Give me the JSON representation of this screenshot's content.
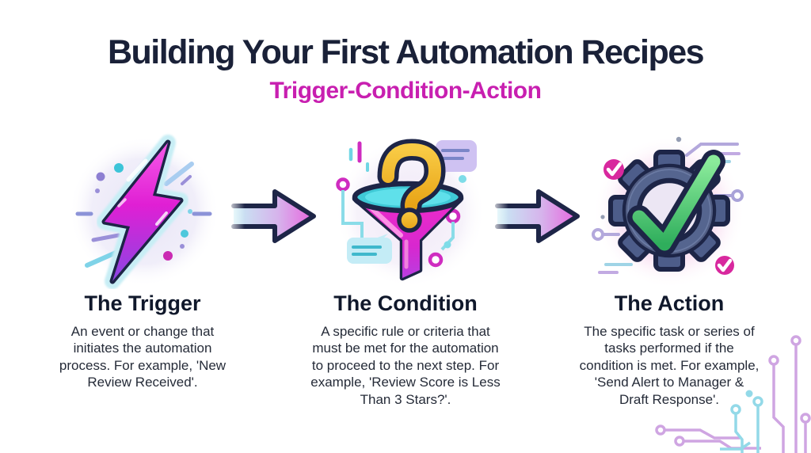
{
  "header": {
    "title": "Building Your First Automation Recipes",
    "subtitle": "Trigger-Condition-Action"
  },
  "columns": [
    {
      "id": "trigger",
      "icon": "lightning-bolt-icon",
      "heading": "The Trigger",
      "body": "An event or change that\ninitiates the automation\nprocess. For example, 'New\nReview Received'."
    },
    {
      "id": "condition",
      "icon": "funnel-question-icon",
      "heading": "The Condition",
      "body": "A specific rule or criteria that\nmust be met for the automation\nto proceed to the next step. For\nexample, 'Review Score is Less\nThan 3 Stars?'."
    },
    {
      "id": "action",
      "icon": "gear-checkmark-icon",
      "heading": "The Action",
      "body": "The specific task or series of\ntasks performed if the\ncondition is met. For example,\n'Send Alert to Manager &\nDraft Response'."
    }
  ],
  "flow": {
    "arrow_icon": "right-arrow-icon",
    "decoration_icon": "circuit-board-decoration"
  },
  "colors": {
    "title_navy": "#1a2138",
    "subtitle_magenta": "#c81fb0",
    "body_text": "#252b38",
    "outline_navy": "#1d2547",
    "bolt_pink": "#ea2ed8",
    "bolt_purple": "#8a46e4",
    "glow_cyan": "#c8eef5",
    "funnel_teal": "#3fc9d6",
    "funnel_magenta": "#ec2bc8",
    "question_gold": "#f0b429",
    "gear_slate": "#55658f",
    "check_green": "#3fcf6e",
    "badge_magenta": "#d8289e",
    "arrow_cyan": "#c6ecf4",
    "arrow_pink": "#ea6ee0",
    "circuit_lavender": "#cfa5e2",
    "circuit_cyan": "#93d9e8"
  }
}
